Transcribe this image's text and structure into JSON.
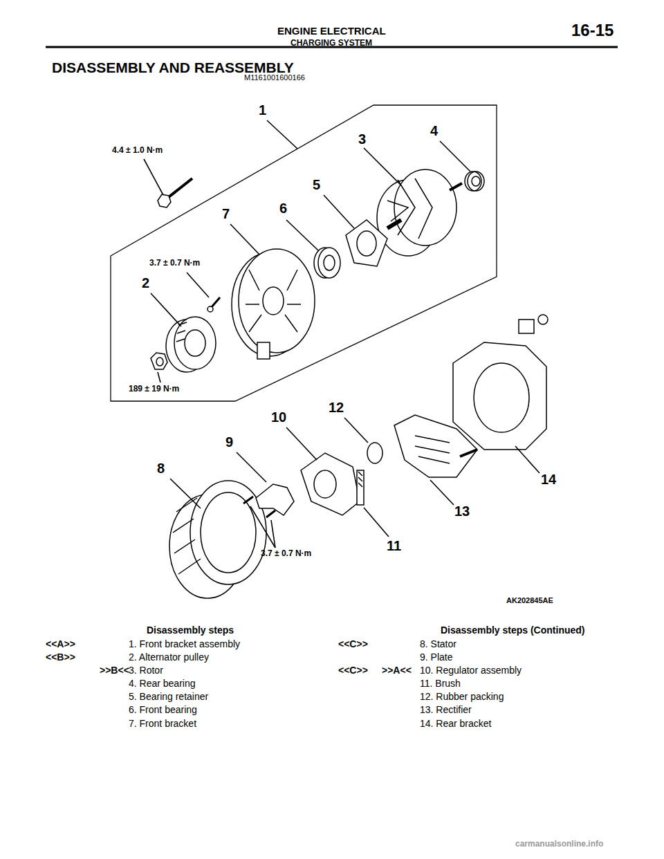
{
  "diagram": {
    "title": "DISASSEMBLY AND REASSEMBLY",
    "labels": [
      "ENGINE ELECTRICAL",
      "CHARGING SYSTEM",
      "16-15",
      "M1161001600166",
      "1",
      "4.4 ± 1.0 N·m",
      "3",
      "4",
      "5",
      "7",
      "6",
      "3.7 ± 0.7 N·m",
      "2",
      "189 ± 19 N·m",
      "12",
      "10",
      "9",
      "8",
      "14",
      "13",
      "11",
      "3.7 ± 0.7 N·m",
      "AK202845AE",
      "Disassembly steps",
      "<<A>>",
      "1. Front bracket assembly",
      "<<B>>",
      "2. Alternator pulley",
      ">>B<<",
      "3. Rotor",
      "4. Rear bearing",
      "5. Bearing retainer",
      "6. Front bearing",
      "7. Front bracket",
      "Disassembly steps (Continued)",
      "<<C>>",
      "8. Stator",
      "9. Plate",
      "<<C>>",
      ">>A<<",
      "10. Regulator assembly",
      "11. Brush",
      "12. Rubber packing",
      "13. Rectifier",
      "14. Rear bracket",
      "carmanualsonline.info"
    ]
  }
}
